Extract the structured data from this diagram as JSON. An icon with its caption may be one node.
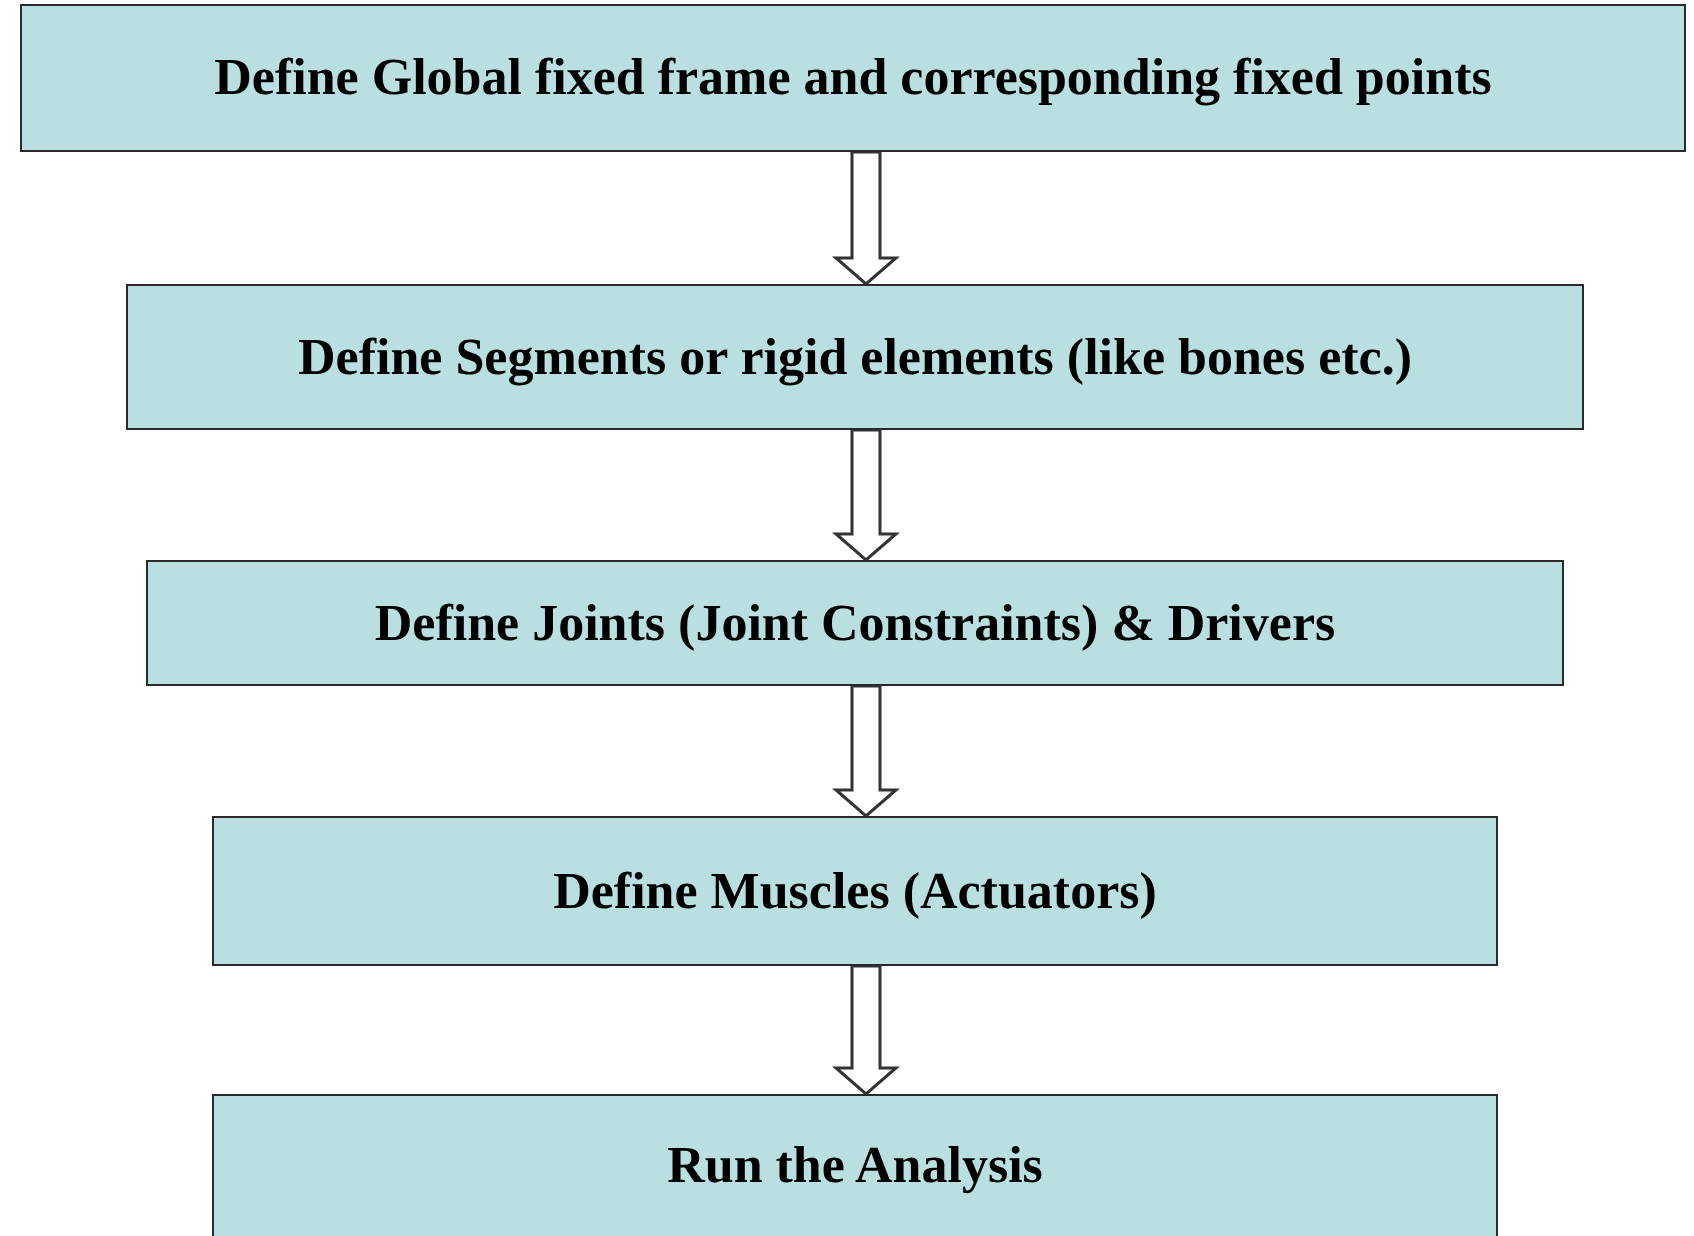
{
  "diagram": {
    "nodes": [
      {
        "text": [
          "Define Global fixed frame and corresponding fixed points"
        ]
      },
      {
        "text": [
          "Define Segments or rigid elements (like bones etc.)"
        ]
      },
      {
        "text": [
          "Define Joints (Joint Constraints) & Drivers"
        ]
      },
      {
        "text": [
          "Define Muscles (Actuators)"
        ]
      },
      {
        "text": [
          "Run the Analysis"
        ]
      }
    ],
    "edges": [
      {
        "from": 0,
        "to": 1,
        "arrow": "to"
      },
      {
        "from": 1,
        "to": 2,
        "arrow": "to"
      },
      {
        "from": 2,
        "to": 3,
        "arrow": "to"
      },
      {
        "from": 3,
        "to": 4,
        "arrow": "to"
      }
    ]
  }
}
